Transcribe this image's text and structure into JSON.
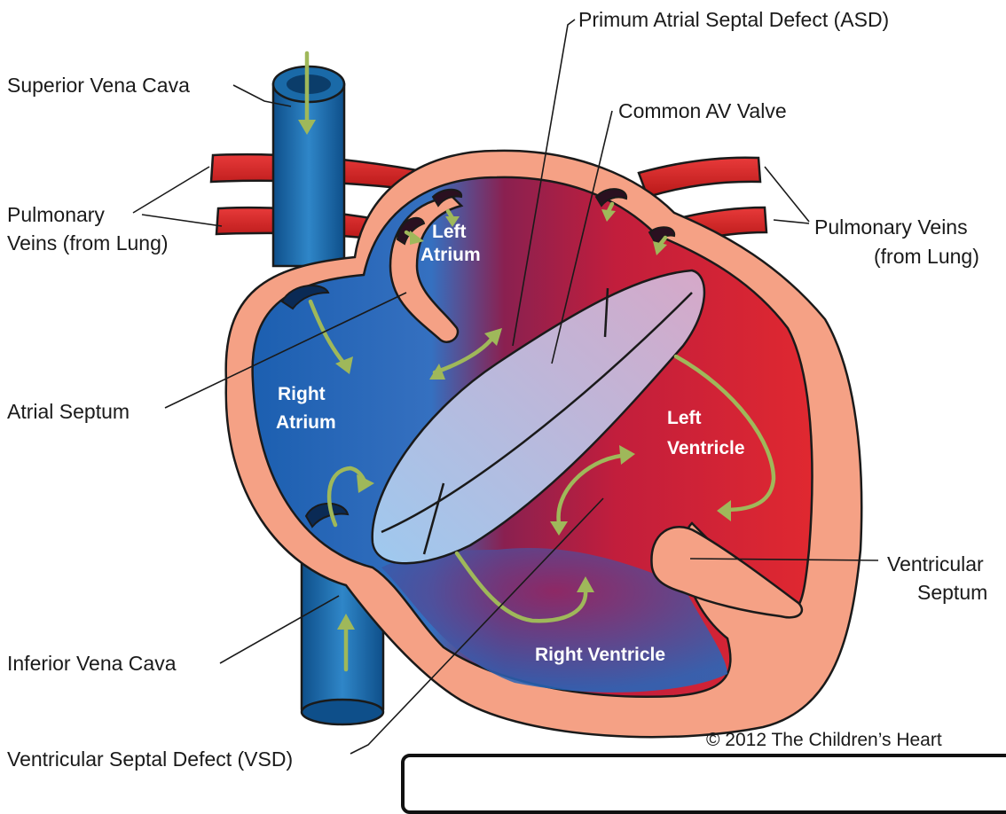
{
  "labels": {
    "primum_asd": "Primum Atrial Septal Defect (ASD)",
    "superior_vena_cava": "Superior Vena Cava",
    "common_av_valve": "Common AV Valve",
    "pulmonary_veins_left_line1": "Pulmonary",
    "pulmonary_veins_left_line2": "Veins (from Lung)",
    "pulmonary_veins_right_line1": "Pulmonary Veins",
    "pulmonary_veins_right_line2": "(from Lung)",
    "left_atrium_line1": "Left",
    "left_atrium_line2": "Atrium",
    "right_atrium_line1": "Right",
    "right_atrium_line2": "Atrium",
    "atrial_septum": "Atrial Septum",
    "left_ventricle_line1": "Left",
    "left_ventricle_line2": "Ventricle",
    "ventricular_septum_line1": "Ventricular",
    "ventricular_septum_line2": "Septum",
    "inferior_vena_cava": "Inferior Vena Cava",
    "right_ventricle": "Right Ventricle",
    "vsd": "Ventricular Septal Defect (VSD)"
  },
  "copyright": "© 2012 The Children’s Heart",
  "colors": {
    "heart_wall": "#f5a185",
    "vein_blue": "#1f6ba8",
    "artery_red": "#d42a2a",
    "oxygenated_red": "#d8263a",
    "deoxygenated_blue": "#2a6fc0",
    "valve_blue": "#a8cdf0",
    "flow_arrow": "#9fb85a"
  }
}
